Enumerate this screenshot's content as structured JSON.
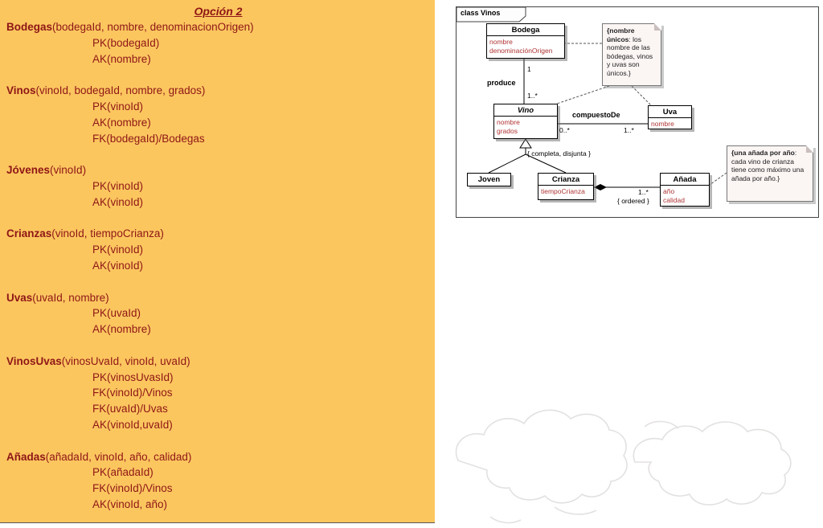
{
  "left_panel": {
    "title": "Opción 2",
    "tables": [
      {
        "name": "Bodegas",
        "args": "(bodegaId, nombre, denominacionOrigen)",
        "constraints": [
          "PK(bodegaId)",
          "AK(nombre)"
        ]
      },
      {
        "name": "Vinos",
        "args": "(vinoId, bodegaId, nombre, grados)",
        "constraints": [
          "PK(vinoId)",
          "AK(nombre)",
          "FK(bodegaId)/Bodegas"
        ]
      },
      {
        "name": "Jóvenes",
        "args": "(vinoId)",
        "constraints": [
          "PK(vinoId)",
          "AK(vinoId)"
        ]
      },
      {
        "name": "Crianzas",
        "args": "(vinoId, tiempoCrianza)",
        "constraints": [
          "PK(vinoId)",
          "AK(vinoId)"
        ]
      },
      {
        "name": "Uvas",
        "args": "(uvaId, nombre)",
        "constraints": [
          "PK(uvaId)",
          "AK(nombre)"
        ]
      },
      {
        "name": "VinosUvas",
        "args": "(vinosUvaId, vinoId, uvaId)",
        "constraints": [
          "PK(vinosUvasId)",
          "FK(vinoId)/Vinos",
          "FK(uvaId)/Uvas",
          "AK(vinoId,uvaId)"
        ]
      },
      {
        "name": "Añadas",
        "args": "(añadaId,  vinoId, año, calidad)",
        "constraints": [
          "PK(añadaId)",
          "FK(vinoId)/Vinos",
          "AK(vinoId, año)"
        ]
      }
    ]
  },
  "diagram": {
    "frame_label": "class Vinos",
    "classes": {
      "bodega": {
        "name": "Bodega",
        "attr1": "nombre",
        "attr2": "denominaciónOrigen"
      },
      "vino": {
        "name": "Vino",
        "attr1": "nombre",
        "attr2": "grados"
      },
      "uva": {
        "name": "Uva",
        "attr1": "nombre"
      },
      "joven": {
        "name": "Joven"
      },
      "crianza": {
        "name": "Crianza",
        "attr1": "tiempoCrianza"
      },
      "anada": {
        "name": "Añada",
        "attr1": "año",
        "attr2": "calidad"
      }
    },
    "associations": {
      "produce": "produce",
      "compuesto_de": "compuestoDe",
      "completa_disjunta": "{ completa, disjunta }",
      "ordered": "{ ordered }"
    },
    "multiplicities": {
      "bodega_vino_1": "1",
      "bodega_vino_n": "1..*",
      "vino_uva_0n": "0..*",
      "vino_uva_1n": "1..*",
      "crianza_anada_1n": "1..*"
    },
    "notes": {
      "nombre_unicos_bold": "{nombre únicos",
      "nombre_unicos_rest": ": los nombre de las bódegas, vinos y uvas son únicos.}",
      "una_anada_bold": "{una añada por año",
      "una_anada_rest": ": cada vino de crianza tiene como máximo una añada por año.}"
    }
  },
  "colors": {
    "panel_bg": "#FCC65F",
    "schema_text": "#8E1616",
    "attr_text": "#B03434"
  }
}
